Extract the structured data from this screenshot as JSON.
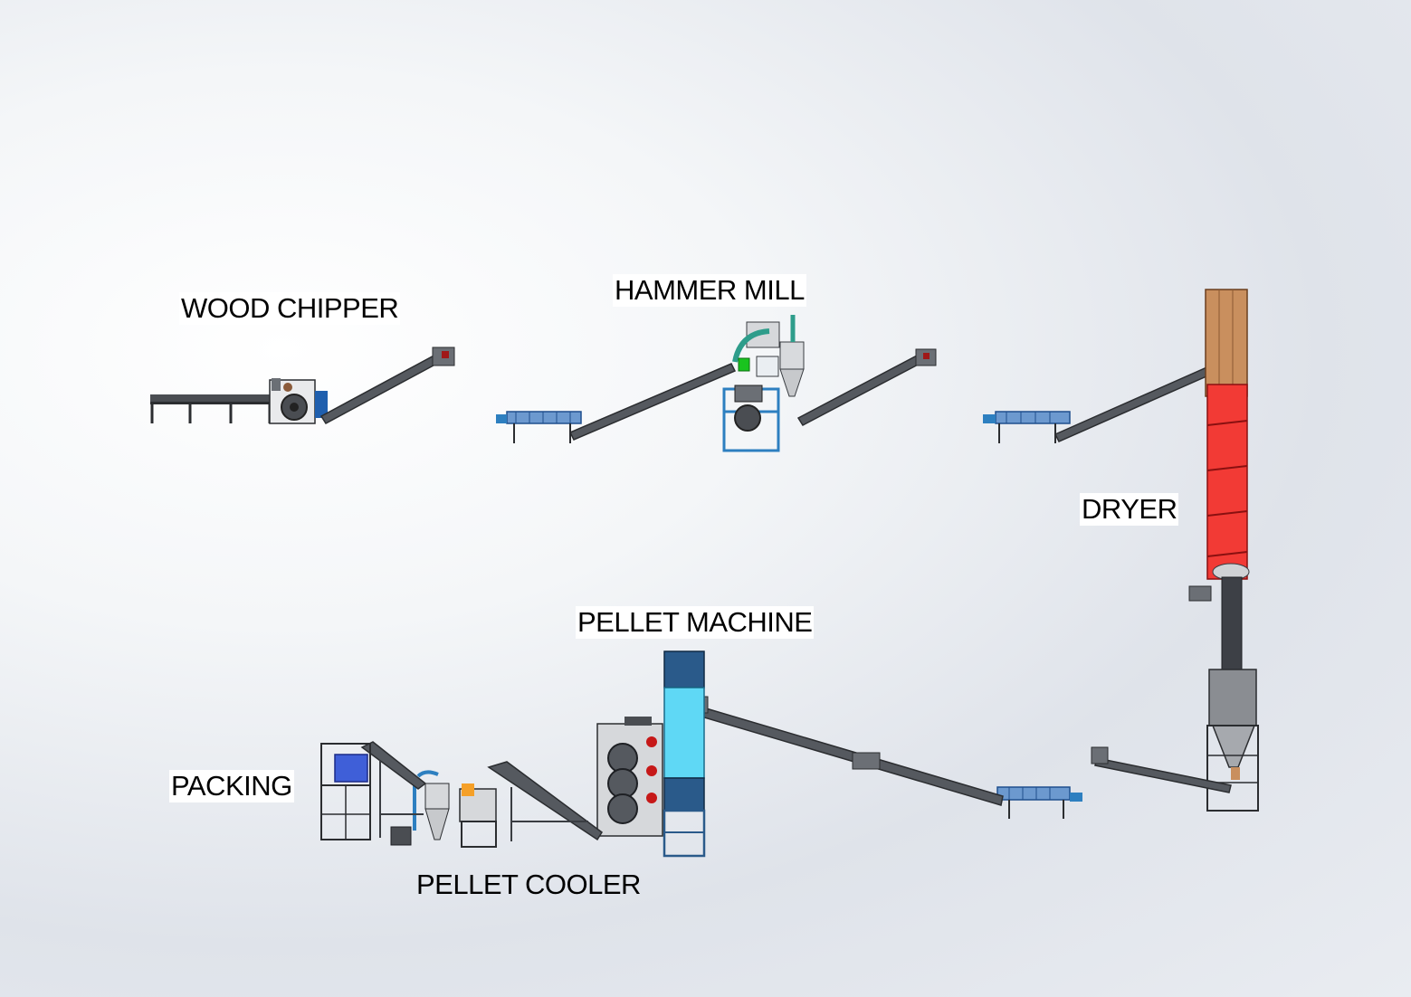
{
  "labels": {
    "wood_chipper": "WOOD CHIPPER",
    "hammer_mill": "HAMMER MILL",
    "dryer": "DRYER",
    "pellet_machine": "PELLET MACHINE",
    "packing": "PACKING",
    "pellet_cooler": "PELLET COOLER"
  },
  "colors": {
    "frame": "#3a3d42",
    "conveyor": "#5a5e64",
    "blue_frame": "#2d7fc0",
    "dryer_drum": "#f23a35",
    "furnace": "#c98f5e",
    "bin": "#5fd8f5",
    "bin_top": "#2a5a8a",
    "motor_red": "#c61818",
    "green_box": "#19c41f",
    "packing_blue": "#3f5fd8",
    "orange": "#f5a028"
  }
}
